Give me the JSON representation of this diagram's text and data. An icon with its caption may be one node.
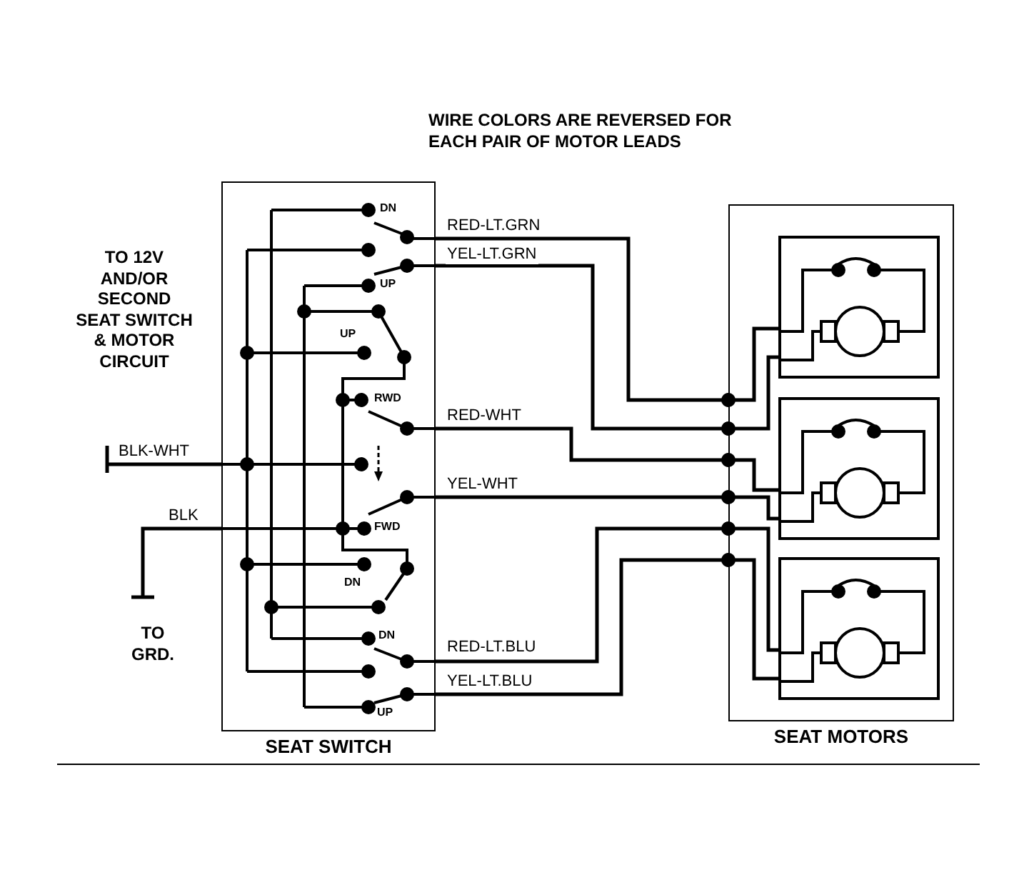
{
  "diagram": {
    "nodes": [
      {
        "text": [
          "SEAT SWITCH"
        ]
      },
      {
        "text": [
          "SEAT MOTORS"
        ]
      },
      {
        "text": [],
        "shape": "box",
        "in": 1
      },
      {
        "text": [],
        "shape": "box",
        "in": 1
      },
      {
        "text": [],
        "shape": "box",
        "in": 1
      }
    ],
    "edges": [
      {
        "from": 0,
        "to": 2,
        "arrow": "none",
        "label": "RED-LT.GRN"
      },
      {
        "from": 0,
        "to": 2,
        "arrow": "none",
        "label": "YEL-LT.GRN"
      },
      {
        "from": 0,
        "to": 3,
        "arrow": "none",
        "label": "RED-WHT"
      },
      {
        "from": 0,
        "to": 3,
        "arrow": "none",
        "label": "YEL-WHT"
      },
      {
        "from": 0,
        "to": 4,
        "arrow": "none",
        "label": "RED-LT.BLU"
      },
      {
        "from": 0,
        "to": 4,
        "arrow": "none",
        "label": "YEL-LT.BLU"
      },
      {
        "from": null,
        "to": 0,
        "arrow": "none",
        "label": "BLK-WHT"
      },
      {
        "from": 0,
        "to": null,
        "arrow": "none",
        "label": "BLK"
      }
    ],
    "labels": [
      "WIRE COLORS ARE REVERSED FOR EACH PAIR OF MOTOR LEADS",
      "TO 12V AND/OR SECOND SEAT SWITCH & MOTOR CIRCUIT",
      "DN",
      "UP",
      "UP",
      "RWD",
      "FWD",
      "DN",
      "DN",
      "UP",
      "TO GRD."
    ]
  }
}
